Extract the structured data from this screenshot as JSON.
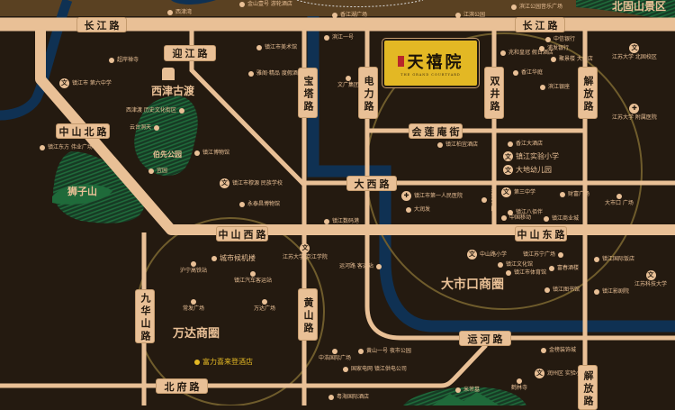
{
  "colors": {
    "background": "#241a10",
    "road": "#e9c096",
    "river": "#0f3153",
    "park": "#1f5a34",
    "top_band": "#5a4122",
    "circle": "#6f5c2c",
    "project": "#e3b824"
  },
  "project": {
    "name": "天禧院",
    "subtitle": "THE GRAND COURTYARD"
  },
  "roads": {
    "changjiang": "长江路",
    "yingjiang": "迎江路",
    "zhongshanbei": "中山北路",
    "baota": "宝塔路",
    "dianli": "电力路",
    "shuangjing": "双井路",
    "jiefang": "解放路",
    "huilian": "会莲庵街",
    "daxi": "大西路",
    "zhongshanxi": "中山西路",
    "zhongshandong": "中山东路",
    "jiuhuashan": "九华山路",
    "huangshan": "黄山路",
    "yunhe": "运河路",
    "beifu": "北府路"
  },
  "areas": {
    "xijin": "西津古渡",
    "shizishan": "狮子山",
    "beigushan": "北固山景区",
    "bosian": "伯先公园",
    "wanda": "万达商圈",
    "dashikou": "大市口商圈"
  },
  "pois": [
    {
      "label": "西津湾",
      "icon": "dot"
    },
    {
      "label": "金山壹号 游轮酒店",
      "icon": "dot"
    },
    {
      "label": "香江湖广场",
      "icon": "dot"
    },
    {
      "label": "江滨公园",
      "icon": "dot"
    },
    {
      "label": "滨江公园音乐广场",
      "icon": "dot"
    },
    {
      "label": "超岸禅寺",
      "icon": "dot"
    },
    {
      "label": "镇江市 第六中学",
      "icon": "school"
    },
    {
      "label": "西津渡 历史文化街区",
      "icon": "dot"
    },
    {
      "label": "云台洞天",
      "icon": "dot"
    },
    {
      "label": "镇江东方 伟业广场",
      "icon": "dot"
    },
    {
      "label": "镇江博物馆",
      "icon": "dot"
    },
    {
      "label": "宜园",
      "icon": "pavilion"
    },
    {
      "label": "镇江市美术馆",
      "icon": "dot"
    },
    {
      "label": "雅阁·精品 度假酒店",
      "icon": "dot"
    },
    {
      "label": "镇江市穆源 民族学校",
      "icon": "school"
    },
    {
      "label": "永泰昌博物馆",
      "icon": "dot"
    },
    {
      "label": "滨江一号",
      "icon": "dot"
    },
    {
      "label": "文广集团",
      "icon": "dot"
    },
    {
      "label": "镇江柏宜酒店",
      "icon": "dot"
    },
    {
      "label": "镇江市第一人民医院",
      "icon": "hospital"
    },
    {
      "label": "大润发",
      "icon": "dot"
    },
    {
      "label": "河滨公园",
      "icon": "dot"
    },
    {
      "label": "镇江数码港",
      "icon": "dot"
    },
    {
      "label": "中信银行",
      "icon": "dot"
    },
    {
      "label": "浦发银行",
      "icon": "dot"
    },
    {
      "label": "兆和皇冠 假日酒店",
      "icon": "dot"
    },
    {
      "label": "聚景楼 大酒店",
      "icon": "dot"
    },
    {
      "label": "香江华庭",
      "icon": "dot"
    },
    {
      "label": "滨江银座",
      "icon": "dot"
    },
    {
      "label": "江苏大学 北固校区",
      "icon": "school"
    },
    {
      "label": "江苏大学 附属医院",
      "icon": "hospital"
    },
    {
      "label": "香江大酒店",
      "icon": "dot"
    },
    {
      "label": "镇江实验小学",
      "icon": "school"
    },
    {
      "label": "大地幼儿园",
      "icon": "school"
    },
    {
      "label": "第三中学",
      "icon": "school"
    },
    {
      "label": "财富广场",
      "icon": "dot"
    },
    {
      "label": "镇江八佰伴",
      "icon": "dot"
    },
    {
      "label": "中国移动",
      "icon": "china-mobile"
    },
    {
      "label": "镇江商业城",
      "icon": "dot"
    },
    {
      "label": "大市口 广场",
      "icon": "dot"
    },
    {
      "label": "中山路小学",
      "icon": "school"
    },
    {
      "label": "镇江苏宁广场",
      "icon": "dot"
    },
    {
      "label": "镇江文化馆",
      "icon": "dot"
    },
    {
      "label": "镇江市体育馆",
      "icon": "dot"
    },
    {
      "label": "富春酒楼",
      "icon": "dot"
    },
    {
      "label": "镇江图书馆",
      "icon": "dot"
    },
    {
      "label": "镇江国际饭店",
      "icon": "dot"
    },
    {
      "label": "镇江影剧院",
      "icon": "dot"
    },
    {
      "label": "江苏科技大学",
      "icon": "school"
    },
    {
      "label": "城市候机楼",
      "icon": "dot"
    },
    {
      "label": "江苏大学 京江学院",
      "icon": "school"
    },
    {
      "label": "沪宁高铁站",
      "icon": "dot"
    },
    {
      "label": "镇江汽车客运站",
      "icon": "dot"
    },
    {
      "label": "常发广场",
      "icon": "dot"
    },
    {
      "label": "万达广场",
      "icon": "dot"
    },
    {
      "label": "富力喜来登酒店",
      "icon": "dot"
    },
    {
      "label": "运河路 客运站",
      "icon": "dot"
    },
    {
      "label": "中浩国际广场",
      "icon": "diamond"
    },
    {
      "label": "黄山一号 夜市公园",
      "icon": "dot"
    },
    {
      "label": "国家电网 镇江供电公司",
      "icon": "state-grid"
    },
    {
      "label": "粤海国际酒店",
      "icon": "dot"
    },
    {
      "label": "金榜装饰城",
      "icon": "dot"
    },
    {
      "label": "润州区 实验小学",
      "icon": "school"
    },
    {
      "label": "鹤林寺",
      "icon": "temple"
    },
    {
      "label": "米芾墓",
      "icon": "tomb"
    }
  ]
}
